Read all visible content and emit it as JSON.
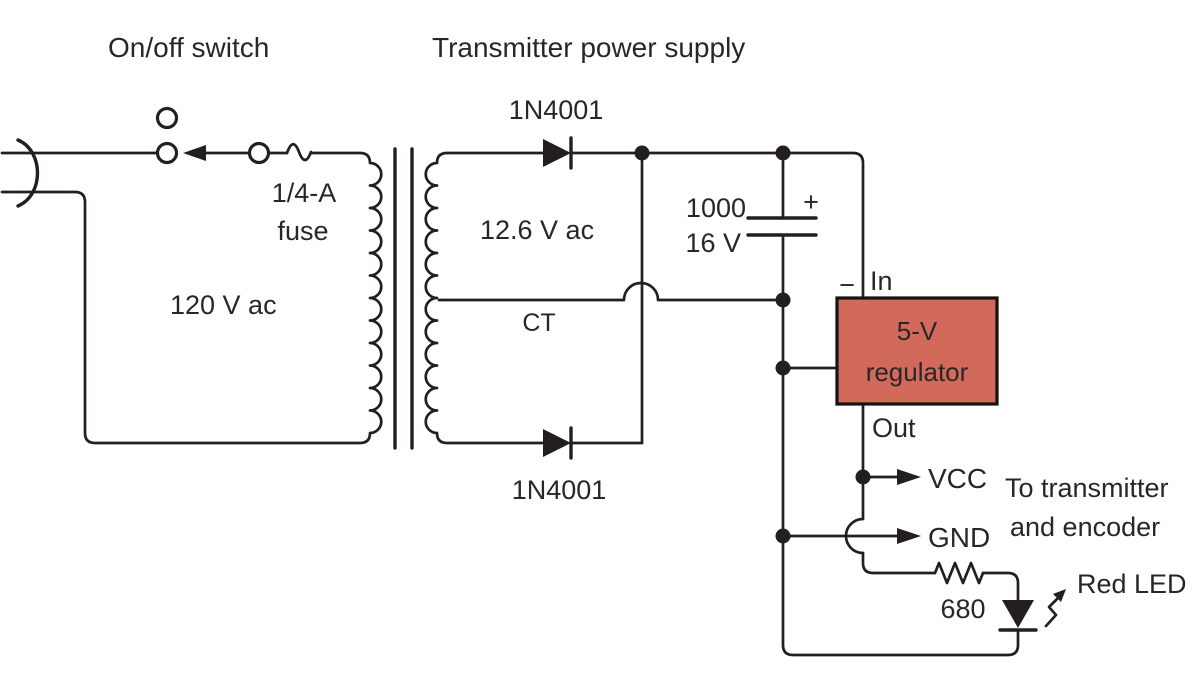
{
  "diagram": {
    "title_left": "On/off switch",
    "title_center": "Transmitter power supply",
    "labels": {
      "diode_top": "1N4001",
      "diode_bottom": "1N4001",
      "fuse_value": "1/4-A",
      "fuse_word": "fuse",
      "primary_voltage": "120 V ac",
      "secondary_voltage": "12.6 V ac",
      "center_tap": "CT",
      "capacitor_value": "1000",
      "capacitor_voltage": "16 V",
      "capacitor_plus": "+",
      "regulator_minus": "−",
      "regulator_in": "In",
      "regulator_name_line1": "5-V",
      "regulator_name_line2": "regulator",
      "regulator_out": "Out",
      "vcc": "VCC",
      "gnd": "GND",
      "output_note_line1": "To transmitter",
      "output_note_line2": "and encoder",
      "resistor_value": "680",
      "led_label": "Red LED"
    },
    "colors": {
      "wire": "#231f20",
      "text": "#2a2627",
      "regulator_fill": "#d26a5c",
      "regulator_border": "#161213",
      "background": "#ffffff"
    }
  }
}
